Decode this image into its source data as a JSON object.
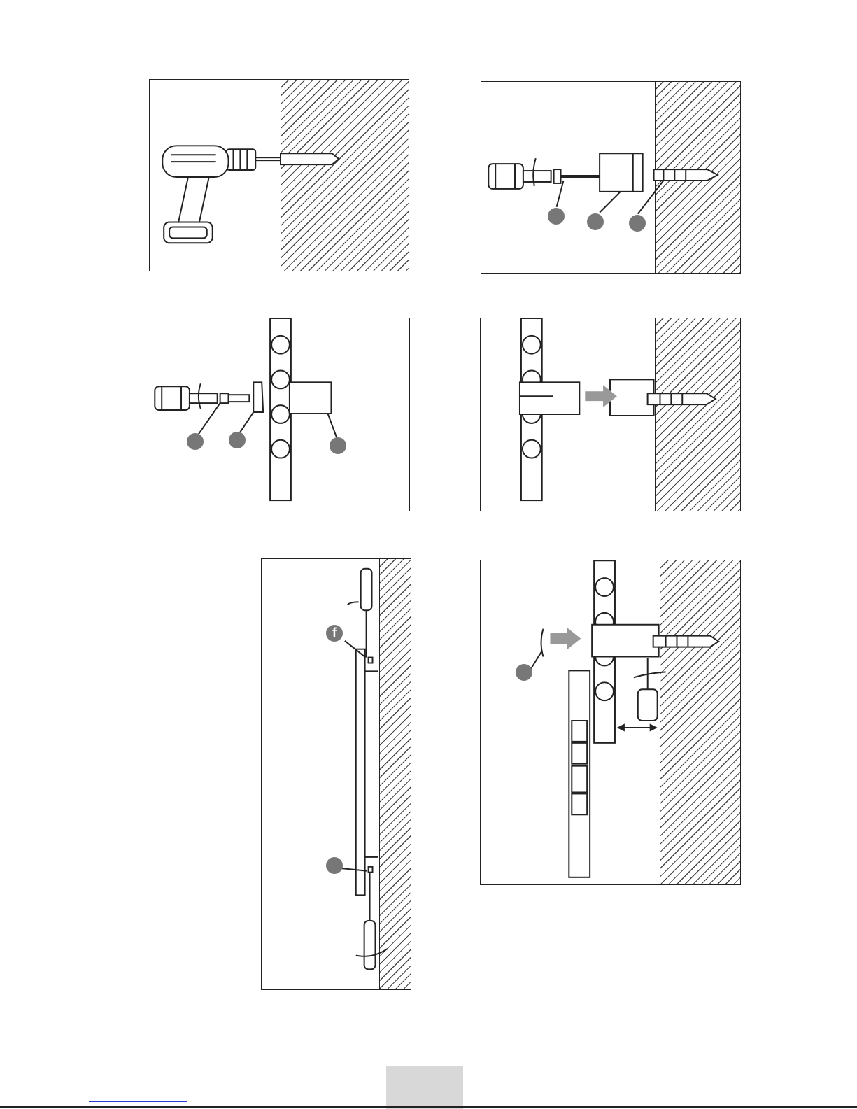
{
  "document": {
    "type": "wall-mounting instruction diagrams",
    "panel_count": 6
  },
  "callouts": {
    "f_label": "f"
  },
  "icons": [
    "power-drill-icon",
    "screwdriver-icon",
    "wall-plug-icon",
    "bracket-icon",
    "spirit-level-icon",
    "arrow-right-icon",
    "rotation-arrow-icon"
  ],
  "colors": {
    "line": "#222222",
    "callout": "#777777",
    "arrow": "#999999",
    "tab": "#d8d8d8",
    "link": "#2a3bd6"
  }
}
